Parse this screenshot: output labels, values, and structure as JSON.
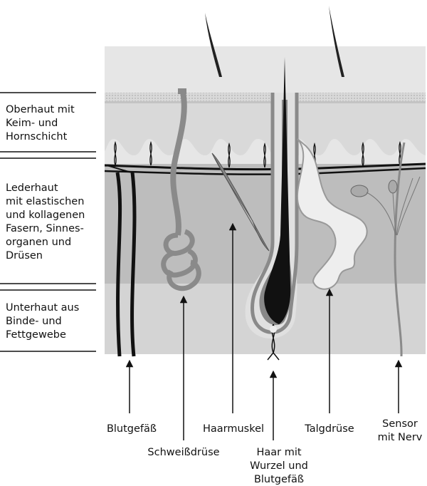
{
  "layers": {
    "epidermis": "Oberhaut mit\nKeim- und\nHornschicht",
    "dermis": "Lederhaut\nmit elastischen\nund kollagenen\nFasern, Sinnes-\norganen und\nDrüsen",
    "hypodermis": "Unterhaut aus\nBinde- und\nFettgewebe"
  },
  "structures": {
    "blood_vessel": "Blutgefäß",
    "sweat_gland": "Schweißdrüse",
    "hair_muscle": "Haarmuskel",
    "hair_root": [
      "Haar mit",
      "Wurzel und",
      "Blutgefäß"
    ],
    "sebaceous_gland": "Talgdrüse",
    "sensor": [
      "Sensor",
      "mit Nerv"
    ]
  },
  "colors": {
    "epidermis_gray": "#d9d9d9",
    "horn_layer": "#c4c4c4",
    "dermis_gray": "#bdbdbd",
    "hypodermis_gray": "#d4d4d4",
    "dark": "#111111",
    "vessel_gray": "#8a8a8a",
    "gland_light": "#eeeeee"
  }
}
